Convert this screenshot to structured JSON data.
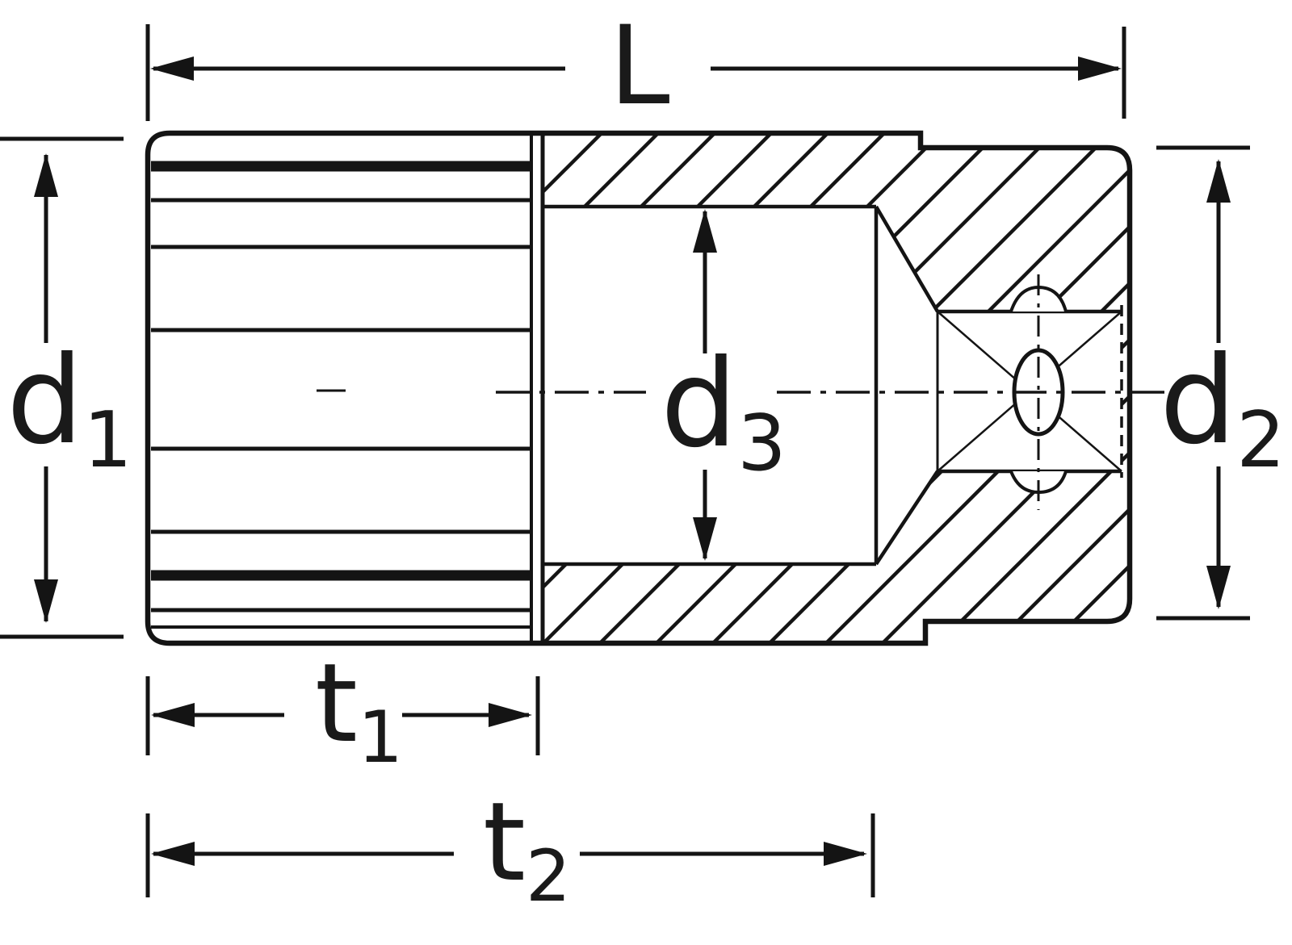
{
  "style": {
    "line_color": "#141414",
    "label_color": "#1a1a1a",
    "background": "#ffffff"
  },
  "labels": {
    "length": {
      "text": "L"
    },
    "d1": {
      "base": "d",
      "sub": "1"
    },
    "d2": {
      "base": "d",
      "sub": "2"
    },
    "d3": {
      "base": "d",
      "sub": "3"
    },
    "t1": {
      "base": "t",
      "sub": "1"
    },
    "t2": {
      "base": "t",
      "sub": "2"
    }
  }
}
